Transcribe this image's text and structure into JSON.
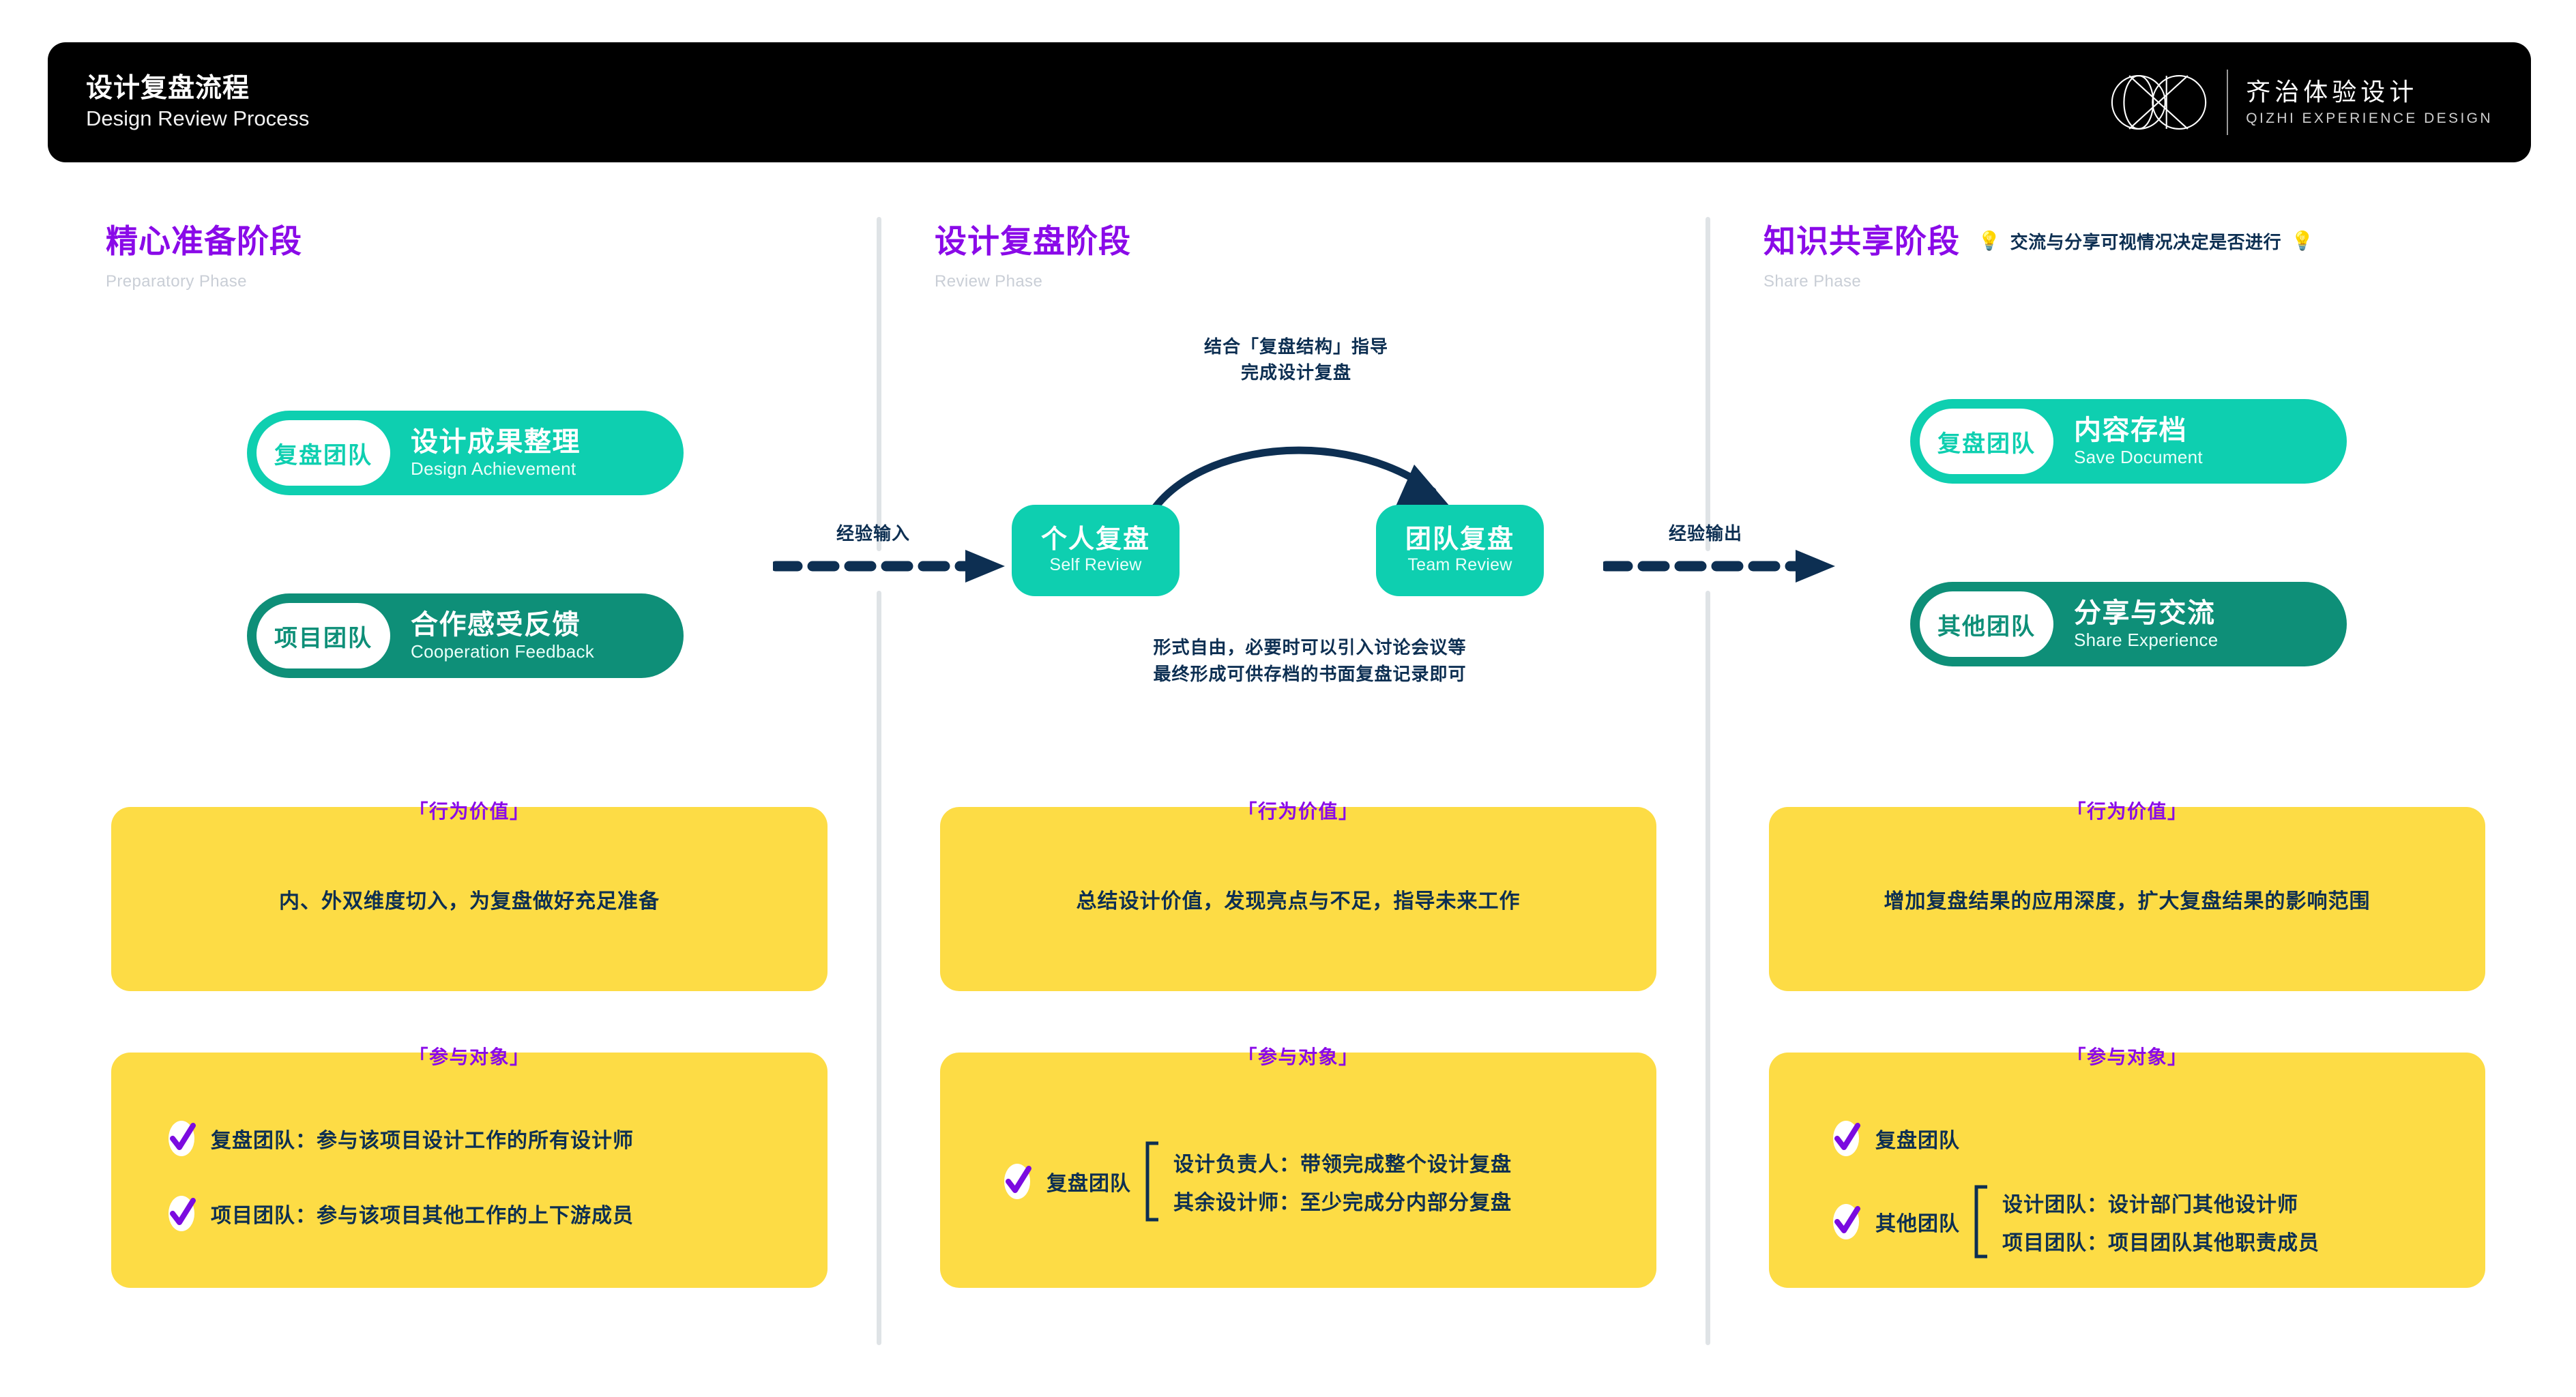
{
  "header": {
    "title_cn": "设计复盘流程",
    "title_en": "Design Review Process",
    "brand_cn": "齐治体验设计",
    "brand_en": "QIZHI EXPERIENCE DESIGN",
    "logo_icon": "qizhi-infinity-logo-icon"
  },
  "phases": [
    {
      "title_cn": "精心准备阶段",
      "title_en": "Preparatory Phase",
      "note": "",
      "bulb": "💡"
    },
    {
      "title_cn": "设计复盘阶段",
      "title_en": "Review Phase",
      "note": "",
      "bulb": "💡"
    },
    {
      "title_cn": "知识共享阶段",
      "title_en": "Share Phase",
      "note": "交流与分享可视情况决定是否进行",
      "bulb": "💡"
    }
  ],
  "capsules": {
    "left": [
      {
        "badge": "复盘团队",
        "cn": "设计成果整理",
        "en": "Design Achievement",
        "style": "light"
      },
      {
        "badge": "项目团队",
        "cn": "合作感受反馈",
        "en": "Cooperation Feedback",
        "style": "dark"
      }
    ],
    "right": [
      {
        "badge": "复盘团队",
        "cn": "内容存档",
        "en": "Save Document",
        "style": "light"
      },
      {
        "badge": "其他团队",
        "cn": "分享与交流",
        "en": "Share Experience",
        "style": "dark"
      }
    ]
  },
  "flow": {
    "nodes": [
      {
        "cn": "个人复盘",
        "en": "Self Review"
      },
      {
        "cn": "团队复盘",
        "en": "Team Review"
      }
    ],
    "input_label": "经验输入",
    "output_label": "经验输出",
    "curve_label_line1": "结合「复盘结构」指导",
    "curve_label_line2": "完成设计复盘",
    "note_line1": "形式自由，必要时可以引入讨论会议等",
    "note_line2": "最终形成可供存档的书面复盘记录即可"
  },
  "value_cards": {
    "tag": "「行为价值」",
    "items": [
      "内、外双维度切入，为复盘做好充足准备",
      "总结设计价值，发现亮点与不足，指导未来工作",
      "增加复盘结果的应用深度，扩大复盘结果的影响范围"
    ]
  },
  "participant_cards": {
    "tag": "「参与对象」",
    "left": [
      "复盘团队：参与该项目设计工作的所有设计师",
      "项目团队：参与该项目其他工作的上下游成员"
    ],
    "center": {
      "lead": "复盘团队",
      "lines": [
        "设计负责人：带领完成整个设计复盘",
        "其余设计师：至少完成分内部分复盘"
      ]
    },
    "right": {
      "simple": "复盘团队",
      "lead": "其他团队",
      "lines": [
        "设计团队：设计部门其他设计师",
        "项目团队：项目团队其他职责成员"
      ]
    }
  },
  "colors": {
    "teal_light": "#0ecfb0",
    "teal_dark": "#0e8f78",
    "yellow": "#fddc45",
    "purple": "#8a0ae8",
    "navy": "#0d2f52",
    "divider": "#dfe3e6",
    "header_bg": "#000000"
  }
}
